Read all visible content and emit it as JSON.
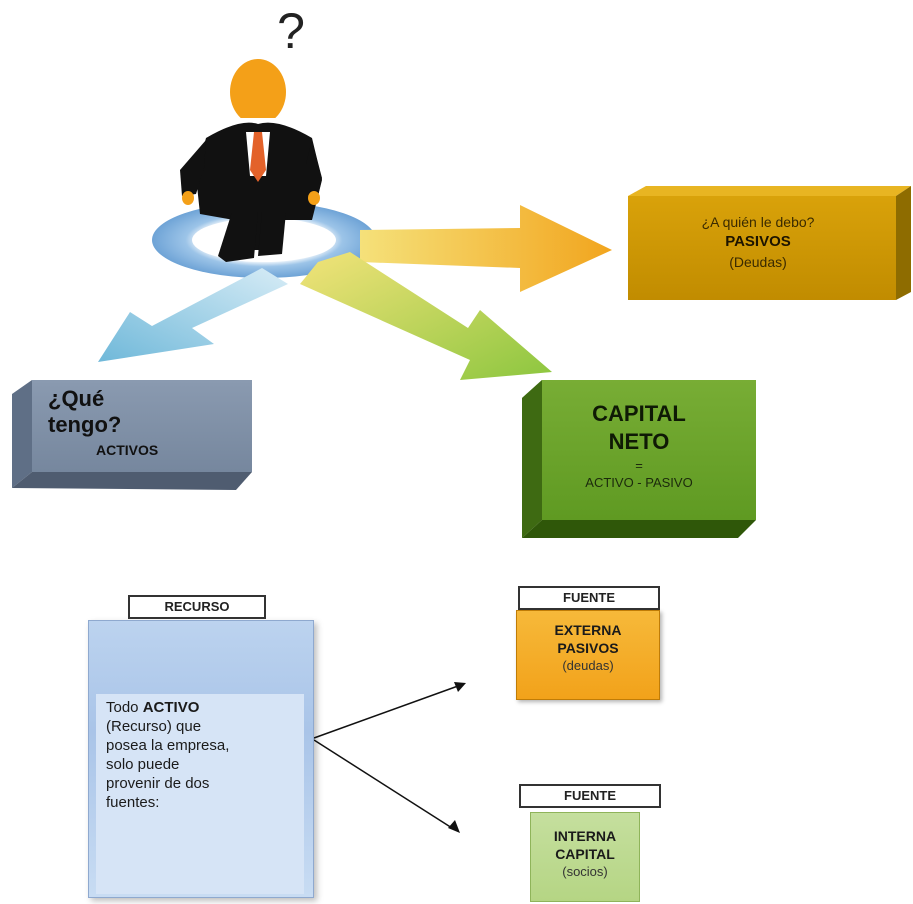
{
  "question_mark": "?",
  "pasivos": {
    "question": "¿A quién le debo?",
    "title": "PASIVOS",
    "subtitle": "(Deudas)",
    "color": "#d49b04"
  },
  "activos": {
    "question_line1": "¿Qué",
    "question_line2": "tengo?",
    "title": "ACTIVOS",
    "color": "#7e8ea5"
  },
  "capital": {
    "title_line1": "CAPITAL",
    "title_line2": "NETO",
    "equals": "=",
    "formula": "ACTIVO - PASIVO",
    "color": "#6fa22f"
  },
  "recurso": {
    "label": "RECURSO",
    "text_prefix": "Todo ",
    "text_bold": "ACTIVO",
    "text_line2": "(Recurso) que",
    "text_line3": "posea la empresa,",
    "text_line4": "solo puede",
    "text_line5": "provenir de dos",
    "text_line6": "fuentes:"
  },
  "fuente_externa": {
    "label": "FUENTE",
    "line1": "EXTERNA",
    "line2": "PASIVOS",
    "line3": "(deudas)"
  },
  "fuente_interna": {
    "label": "FUENTE",
    "line1": "INTERNA",
    "line2": "CAPITAL",
    "line3": "(socios)"
  }
}
